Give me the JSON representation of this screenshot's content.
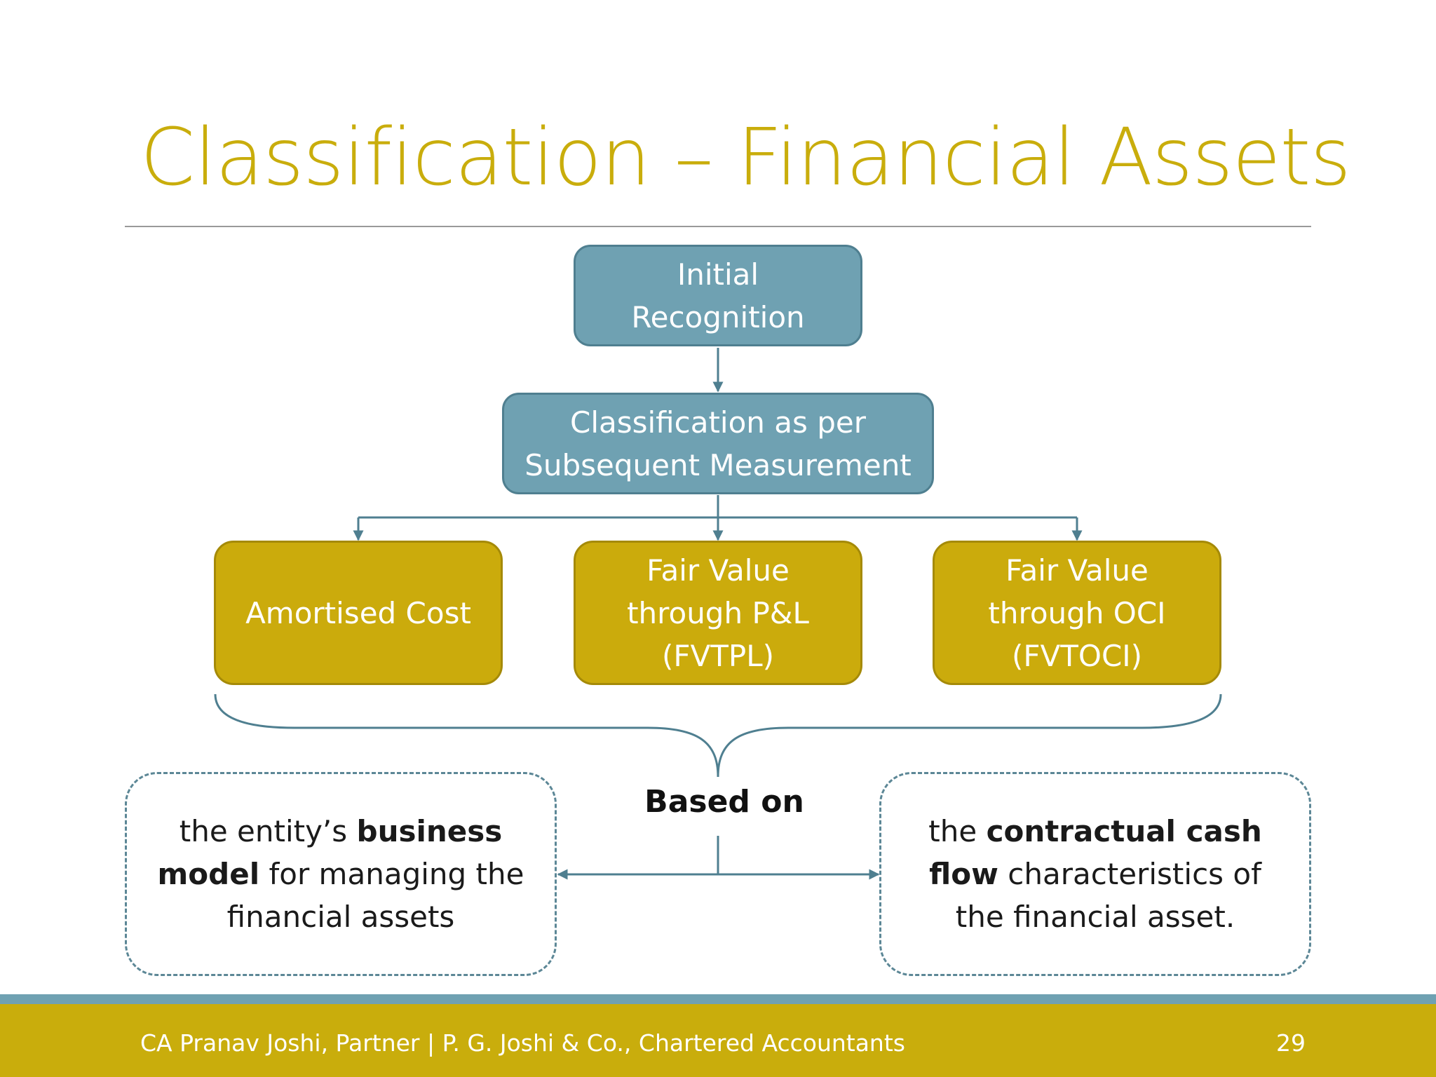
{
  "slide": {
    "title": "Classification – Financial Assets"
  },
  "nodes": {
    "initial_recognition": "Initial\nRecognition",
    "classification": "Classification as per\nSubsequent Measurement",
    "amortised_cost": "Amortised Cost",
    "fvtpl": "Fair Value\nthrough P&L\n(FVTPL)",
    "fvtoci": "Fair Value\nthrough OCI\n(FVTOCI)"
  },
  "criteria": {
    "based_on": "Based on",
    "business_model": {
      "prefix": "the entity’s ",
      "bold": "business model",
      "suffix": " for managing the financial assets"
    },
    "cash_flow": {
      "prefix": "the ",
      "bold": "contractual cash flow",
      "suffix": " characteristics of the financial asset."
    }
  },
  "footer": {
    "text": "CA Pranav Joshi, Partner | P. G. Joshi & Co., Chartered Accountants",
    "page_number": "29"
  },
  "colors": {
    "accent_gold": "#c9ad0c",
    "accent_blue": "#6fa1b2",
    "connector": "#4f7f90"
  }
}
